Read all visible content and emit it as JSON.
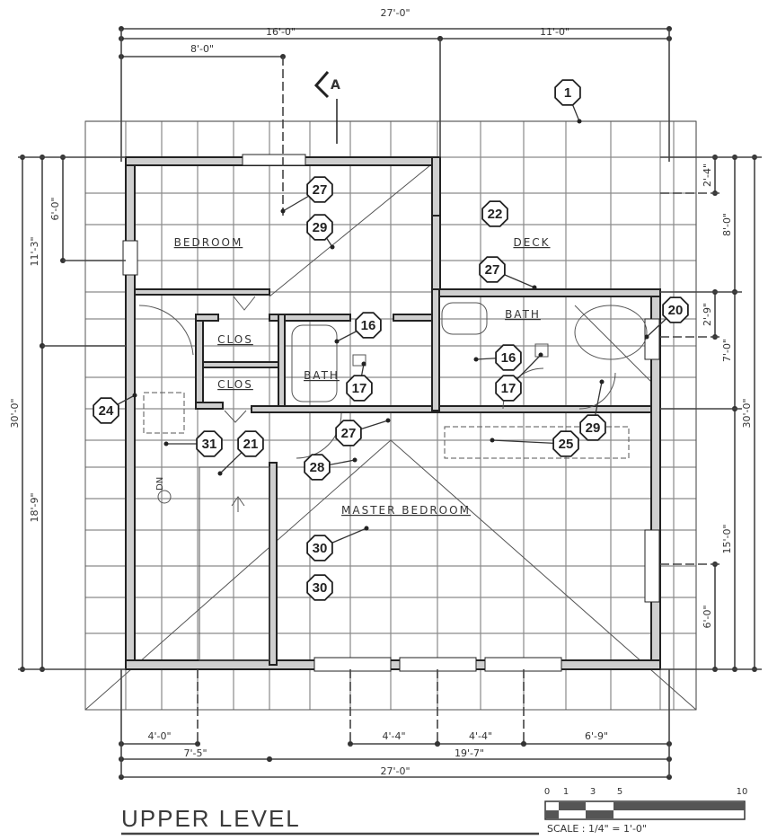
{
  "title": "UPPER LEVEL",
  "scale": {
    "label": "SCALE : 1/4\" = 1'-0\"",
    "ticks": [
      "0",
      "1",
      "3",
      "5",
      "10"
    ]
  },
  "section_marker": "A",
  "north_label": "DN",
  "rooms": [
    {
      "name": "bedroom",
      "label": "BEDROOM"
    },
    {
      "name": "deck",
      "label": "DECK"
    },
    {
      "name": "bath-master",
      "label": "BATH"
    },
    {
      "name": "bath-hall",
      "label": "BATH"
    },
    {
      "name": "closet-1",
      "label": "CLOS"
    },
    {
      "name": "closet-2",
      "label": "CLOS"
    },
    {
      "name": "master-bedroom",
      "label": "MASTER BEDROOM"
    }
  ],
  "dimensions": {
    "top": [
      "27'-0\"",
      "16'-0\"",
      "11'-0\"",
      "8'-0\""
    ],
    "bottom": [
      "4'-0\"",
      "4'-4\"",
      "4'-4\"",
      "6'-9\"",
      "7'-5\"",
      "19'-7\"",
      "27'-0\""
    ],
    "left": [
      "30'-0\"",
      "11'-3\"",
      "18'-9\"",
      "6'-0\""
    ],
    "right": [
      "30'-0\"",
      "8'-0\"",
      "7'-0\"",
      "15'-0\"",
      "2'-4\"",
      "2'-9\"",
      "6'-0\""
    ]
  },
  "callouts": [
    "1",
    "27",
    "29",
    "22",
    "27",
    "16",
    "17",
    "16",
    "17",
    "20",
    "29",
    "25",
    "27",
    "24",
    "31",
    "21",
    "28",
    "30",
    "30"
  ],
  "colors": {
    "line": "#333333",
    "wall_fill": "#cfcfcf",
    "background": "#ffffff"
  }
}
